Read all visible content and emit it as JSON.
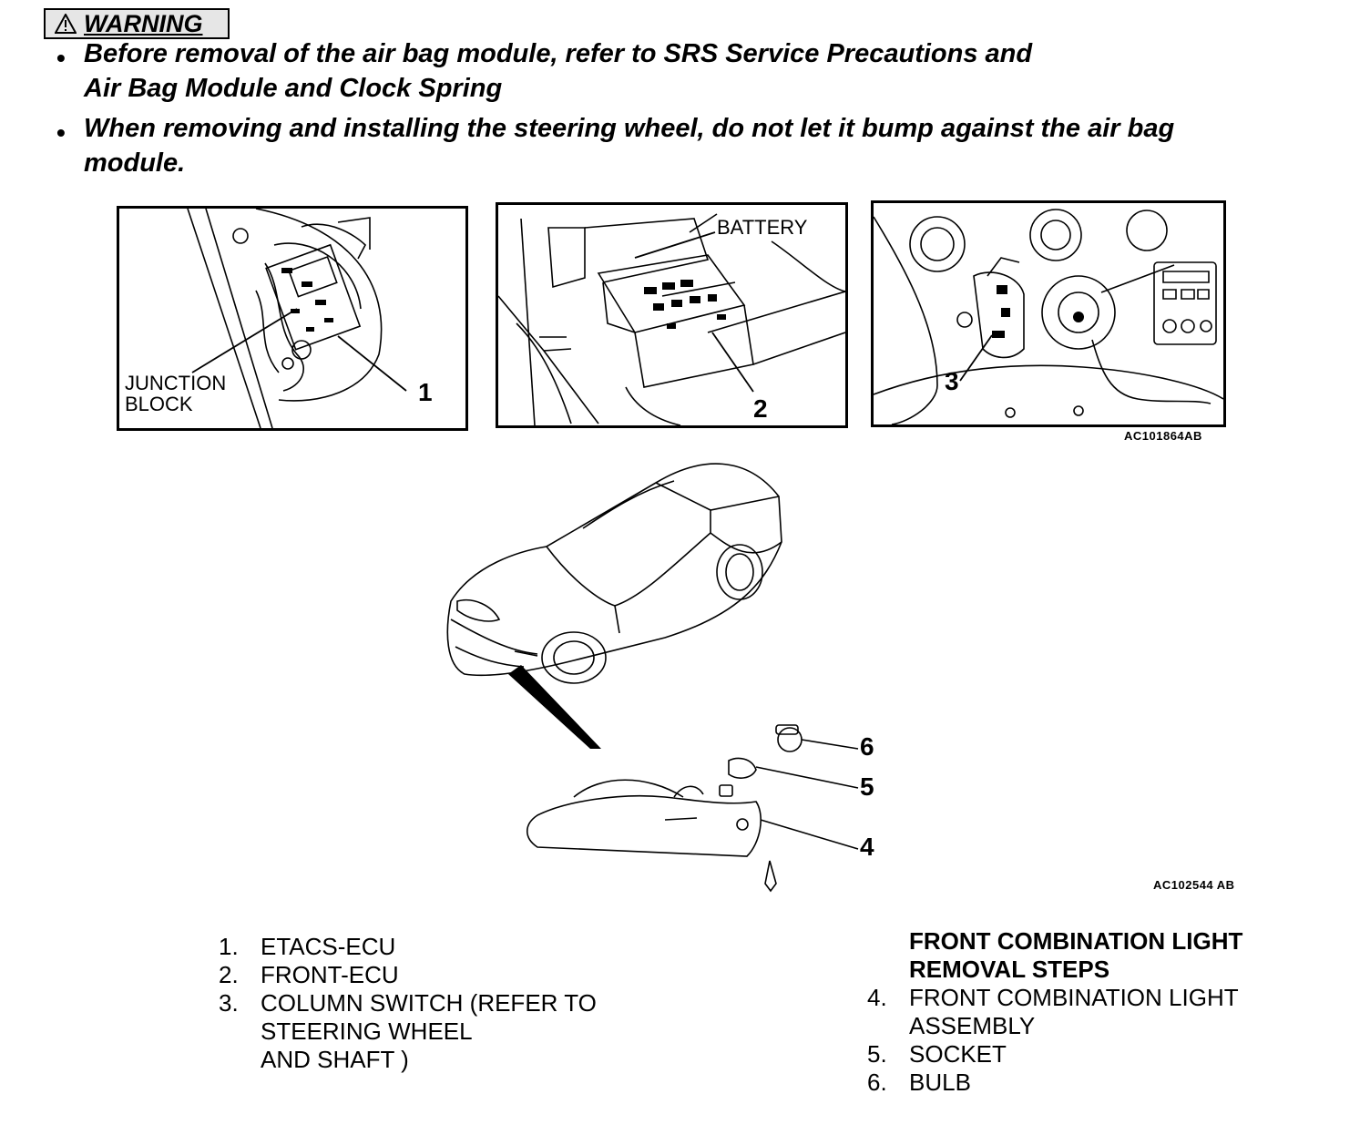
{
  "warning": {
    "label": "WARNING",
    "bullets": [
      {
        "lines": [
          "Before removal of the air bag module, refer to SRS Service  Precautions and",
          "Air Bag Module and Clock Spring"
        ]
      },
      {
        "lines": [
          "When removing and installing the steering wheel, do not let it bump against the air bag",
          "module."
        ]
      }
    ]
  },
  "top_figures": {
    "panel1": {
      "label_line1": "JUNCTION",
      "label_line2": "BLOCK",
      "callout": "1"
    },
    "panel2": {
      "label": "BATTERY",
      "callout": "2"
    },
    "panel3": {
      "callout": "3"
    },
    "code": "AC101864AB"
  },
  "car_figure": {
    "callouts": [
      "6",
      "5",
      "4"
    ],
    "code": "AC102544 AB"
  },
  "legend_left": [
    {
      "num": "1.",
      "lines": [
        "ETACS-ECU"
      ]
    },
    {
      "num": "2.",
      "lines": [
        "FRONT-ECU"
      ]
    },
    {
      "num": "3.",
      "lines": [
        "COLUMN SWITCH (REFER TO",
        "STEERING WHEEL",
        "AND SHAFT )"
      ]
    }
  ],
  "legend_right": {
    "heading_line1": "FRONT COMBINATION LIGHT",
    "heading_line2": "REMOVAL STEPS",
    "items": [
      {
        "num": "4.",
        "lines": [
          "FRONT COMBINATION LIGHT",
          "ASSEMBLY"
        ]
      },
      {
        "num": "5.",
        "lines": [
          "SOCKET"
        ]
      },
      {
        "num": "6.",
        "lines": [
          "BULB"
        ]
      }
    ]
  }
}
